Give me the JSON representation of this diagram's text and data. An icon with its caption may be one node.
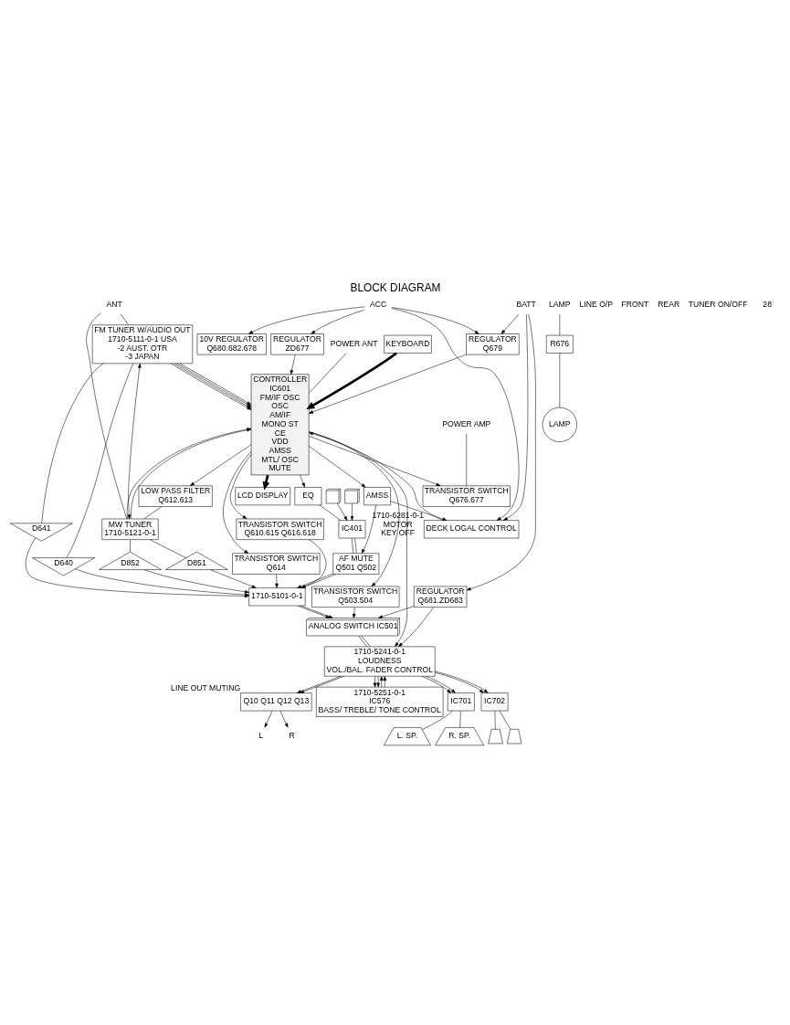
{
  "diagram": {
    "title": "BLOCK DIAGRAM",
    "nodes": [
      {
        "text": [
          "POWER ANT"
        ]
      },
      {
        "text": [
          "POWER AMP"
        ]
      },
      {
        "text": [
          "ACC"
        ]
      },
      {
        "text": [
          "BATT"
        ]
      },
      {
        "text": [
          "LAMP"
        ]
      },
      {
        "text": [
          "DECK LOGAL CONTROL"
        ],
        "beside": [
          "1710-6281-0-1",
          "MOTOR",
          "KEY OFF"
        ]
      },
      {
        "text": [
          "AMSS"
        ]
      },
      {
        "text": [
          "IC401"
        ]
      },
      {
        "text": [],
        "shape": "picture"
      },
      {
        "text": [],
        "shape": "picture"
      },
      {
        "text": [
          "AF MUTE",
          "Q501 Q502"
        ]
      },
      {
        "text": [
          "1710-5101-0-1"
        ]
      },
      {
        "text": [
          "ANALOG SWITCH IC501"
        ]
      },
      {
        "text": [
          "REGULATOR",
          "Q681.ZD683"
        ]
      },
      {
        "text": [
          "Q10 Q11 Q12 Q13"
        ],
        "beside": [
          "LINE OUT MUTING"
        ]
      },
      {
        "text": [
          "L"
        ]
      },
      {
        "text": [
          "R"
        ]
      },
      {
        "text": [
          "1710-5241-0-1",
          "LOUDNESS",
          "VOL./BAL. FADER CONTROL"
        ]
      },
      {
        "text": [
          "1710-5251-0-1",
          "IC576",
          "BASS/ TREBLE/ TONE CONTROL"
        ]
      },
      {
        "text": [
          "TRANSISTOR SWITCH",
          "Q503.504"
        ]
      },
      {
        "text": [
          "IC701"
        ]
      },
      {
        "text": [
          "IC702"
        ]
      },
      {
        "text": [
          "L. SP."
        ]
      },
      {
        "text": [
          "R. SP."
        ]
      },
      {
        "text": [],
        "shape": "speaker"
      },
      {
        "text": [],
        "shape": "speaker"
      },
      {
        "text": [
          "FM TUNER W/AUDIO OUT",
          "1710-5111-0-1 USA",
          "-2 AUST. OTR",
          "-3 JAPAN"
        ]
      },
      {
        "text": [
          "D641"
        ]
      },
      {
        "text": [
          "D640"
        ]
      },
      {
        "text": [
          "D851"
        ]
      },
      {
        "text": [
          "D852"
        ]
      },
      {
        "text": [
          "LOW PASS FILTER",
          "Q612.613"
        ]
      },
      {
        "text": [
          "TRANSISTOR SWITCH",
          "Q610.615 Q616.618"
        ]
      },
      {
        "text": [
          "MW TUNER",
          "1710-5121-0-1"
        ]
      },
      {
        "text": [
          "ANT"
        ]
      },
      {
        "text": [
          "TRANSISTOR SWITCH",
          "Q614"
        ]
      },
      {
        "text": [
          "CONTROLLER",
          "IC601",
          "FM/IF OSC",
          "OSC",
          "AM/IF",
          "MONO ST",
          "CE",
          "VDD",
          "AMSS",
          "MTL/ OSC",
          "MUTE"
        ]
      },
      {
        "text": [
          "KEYBOARD"
        ]
      },
      {
        "text": [
          "LCD DISPLAY"
        ]
      },
      {
        "text": [
          "EQ"
        ]
      },
      {
        "text": [
          "TRANSISTOR SWITCH",
          "Q676.677"
        ]
      },
      {
        "text": [
          "10V REGULATOR",
          "Q680.682.678"
        ]
      },
      {
        "text": [
          "REGULATOR",
          "ZD677"
        ]
      },
      {
        "text": [
          "REGULATOR",
          "Q679"
        ]
      },
      {
        "text": [
          "LAMP"
        ]
      },
      {
        "text": [
          "R676"
        ]
      }
    ],
    "edges": [
      {
        "from": 3,
        "to": 5,
        "arrow": "to"
      },
      {
        "from": 2,
        "to": 5,
        "arrow": "to"
      },
      {
        "from": 1,
        "to": 40,
        "arrow": "none"
      },
      {
        "from": 0,
        "to": 36,
        "arrow": "none"
      },
      {
        "from": 2,
        "to": 41,
        "arrow": "to"
      },
      {
        "from": 2,
        "to": 42,
        "arrow": "to"
      },
      {
        "from": 2,
        "to": 43,
        "arrow": "to"
      },
      {
        "from": 3,
        "to": 43,
        "arrow": "to"
      },
      {
        "from": 3,
        "to": 13,
        "arrow": "to"
      },
      {
        "from": 4,
        "to": 45,
        "arrow": "none"
      },
      {
        "from": 45,
        "to": 44,
        "arrow": "none"
      },
      {
        "from": 42,
        "to": 36,
        "arrow": "to"
      },
      {
        "from": 43,
        "to": 36,
        "arrow": "to"
      },
      {
        "from": 36,
        "to": 40,
        "arrow": "to"
      },
      {
        "from": 37,
        "to": 36,
        "arrow": "to",
        "style": "thick"
      },
      {
        "from": 36,
        "to": 38,
        "arrow": "to",
        "style": "thick"
      },
      {
        "from": 5,
        "to": 36,
        "arrow": "to"
      },
      {
        "from": 36,
        "to": 6,
        "arrow": "to"
      },
      {
        "from": 6,
        "to": 5,
        "arrow": "to"
      },
      {
        "from": 6,
        "to": 10,
        "arrow": "to"
      },
      {
        "from": 36,
        "to": 39,
        "arrow": "to"
      },
      {
        "from": 39,
        "to": 7,
        "arrow": "none"
      },
      {
        "from": 8,
        "to": 7,
        "arrow": "to"
      },
      {
        "from": 9,
        "to": 7,
        "arrow": "to"
      },
      {
        "from": 7,
        "to": 10,
        "arrow": "none"
      },
      {
        "from": 7,
        "to": 10,
        "arrow": "none"
      },
      {
        "from": 10,
        "to": 11,
        "arrow": "to"
      },
      {
        "from": 10,
        "to": 11,
        "arrow": "to"
      },
      {
        "from": 36,
        "to": 35,
        "arrow": "to"
      },
      {
        "from": 35,
        "to": 11,
        "arrow": "to"
      },
      {
        "from": 36,
        "to": 32,
        "arrow": "to"
      },
      {
        "from": 32,
        "to": 11,
        "arrow": "to"
      },
      {
        "from": 26,
        "to": 27,
        "arrow": "none"
      },
      {
        "from": 26,
        "to": 28,
        "arrow": "none"
      },
      {
        "from": 27,
        "to": 11,
        "arrow": "to"
      },
      {
        "from": 28,
        "to": 11,
        "arrow": "to"
      },
      {
        "from": 33,
        "to": 29,
        "arrow": "none"
      },
      {
        "from": 33,
        "to": 30,
        "arrow": "none"
      },
      {
        "from": 29,
        "to": 11,
        "arrow": "to"
      },
      {
        "from": 30,
        "to": 11,
        "arrow": "to"
      },
      {
        "from": 36,
        "to": 31,
        "arrow": "to"
      },
      {
        "from": 31,
        "to": 33,
        "arrow": "none"
      },
      {
        "from": 26,
        "to": 33,
        "arrow": "both"
      },
      {
        "from": 34,
        "to": 26,
        "arrow": "none"
      },
      {
        "from": 34,
        "to": 33,
        "arrow": "none"
      },
      {
        "from": 26,
        "to": 36,
        "arrow": "to"
      },
      {
        "from": 26,
        "to": 36,
        "arrow": "to"
      },
      {
        "from": 33,
        "to": 36,
        "arrow": "to"
      },
      {
        "from": 33,
        "to": 36,
        "arrow": "to"
      },
      {
        "from": 26,
        "to": 36,
        "arrow": "to"
      },
      {
        "from": 26,
        "to": 36,
        "arrow": "to"
      },
      {
        "from": 11,
        "to": 12,
        "arrow": "to"
      },
      {
        "from": 11,
        "to": 12,
        "arrow": "to"
      },
      {
        "from": 36,
        "to": 19,
        "arrow": "to"
      },
      {
        "from": 19,
        "to": 12,
        "arrow": "to"
      },
      {
        "from": 12,
        "to": 17,
        "arrow": "none"
      },
      {
        "from": 12,
        "to": 17,
        "arrow": "none"
      },
      {
        "from": 13,
        "to": 12,
        "arrow": "to"
      },
      {
        "from": 13,
        "to": 17,
        "arrow": "to"
      },
      {
        "from": 36,
        "to": 17,
        "arrow": "to"
      },
      {
        "from": 17,
        "to": 14,
        "arrow": "to"
      },
      {
        "from": 17,
        "to": 14,
        "arrow": "to"
      },
      {
        "from": 14,
        "to": 15,
        "arrow": "to"
      },
      {
        "from": 14,
        "to": 16,
        "arrow": "to"
      },
      {
        "from": 17,
        "to": 18,
        "arrow": "to"
      },
      {
        "from": 17,
        "to": 18,
        "arrow": "to"
      },
      {
        "from": 18,
        "to": 17,
        "arrow": "to"
      },
      {
        "from": 18,
        "to": 17,
        "arrow": "to"
      },
      {
        "from": 17,
        "to": 20,
        "arrow": "to"
      },
      {
        "from": 17,
        "to": 20,
        "arrow": "to"
      },
      {
        "from": 17,
        "to": 21,
        "arrow": "to"
      },
      {
        "from": 17,
        "to": 21,
        "arrow": "to"
      },
      {
        "from": 20,
        "to": 22,
        "arrow": "none"
      },
      {
        "from": 20,
        "to": 23,
        "arrow": "none"
      },
      {
        "from": 21,
        "to": 24,
        "arrow": "none"
      },
      {
        "from": 21,
        "to": 25,
        "arrow": "none"
      }
    ],
    "labels": [
      "LINE O/P",
      "FRONT",
      "REAR",
      "TUNER ON/OFF",
      "28"
    ]
  }
}
